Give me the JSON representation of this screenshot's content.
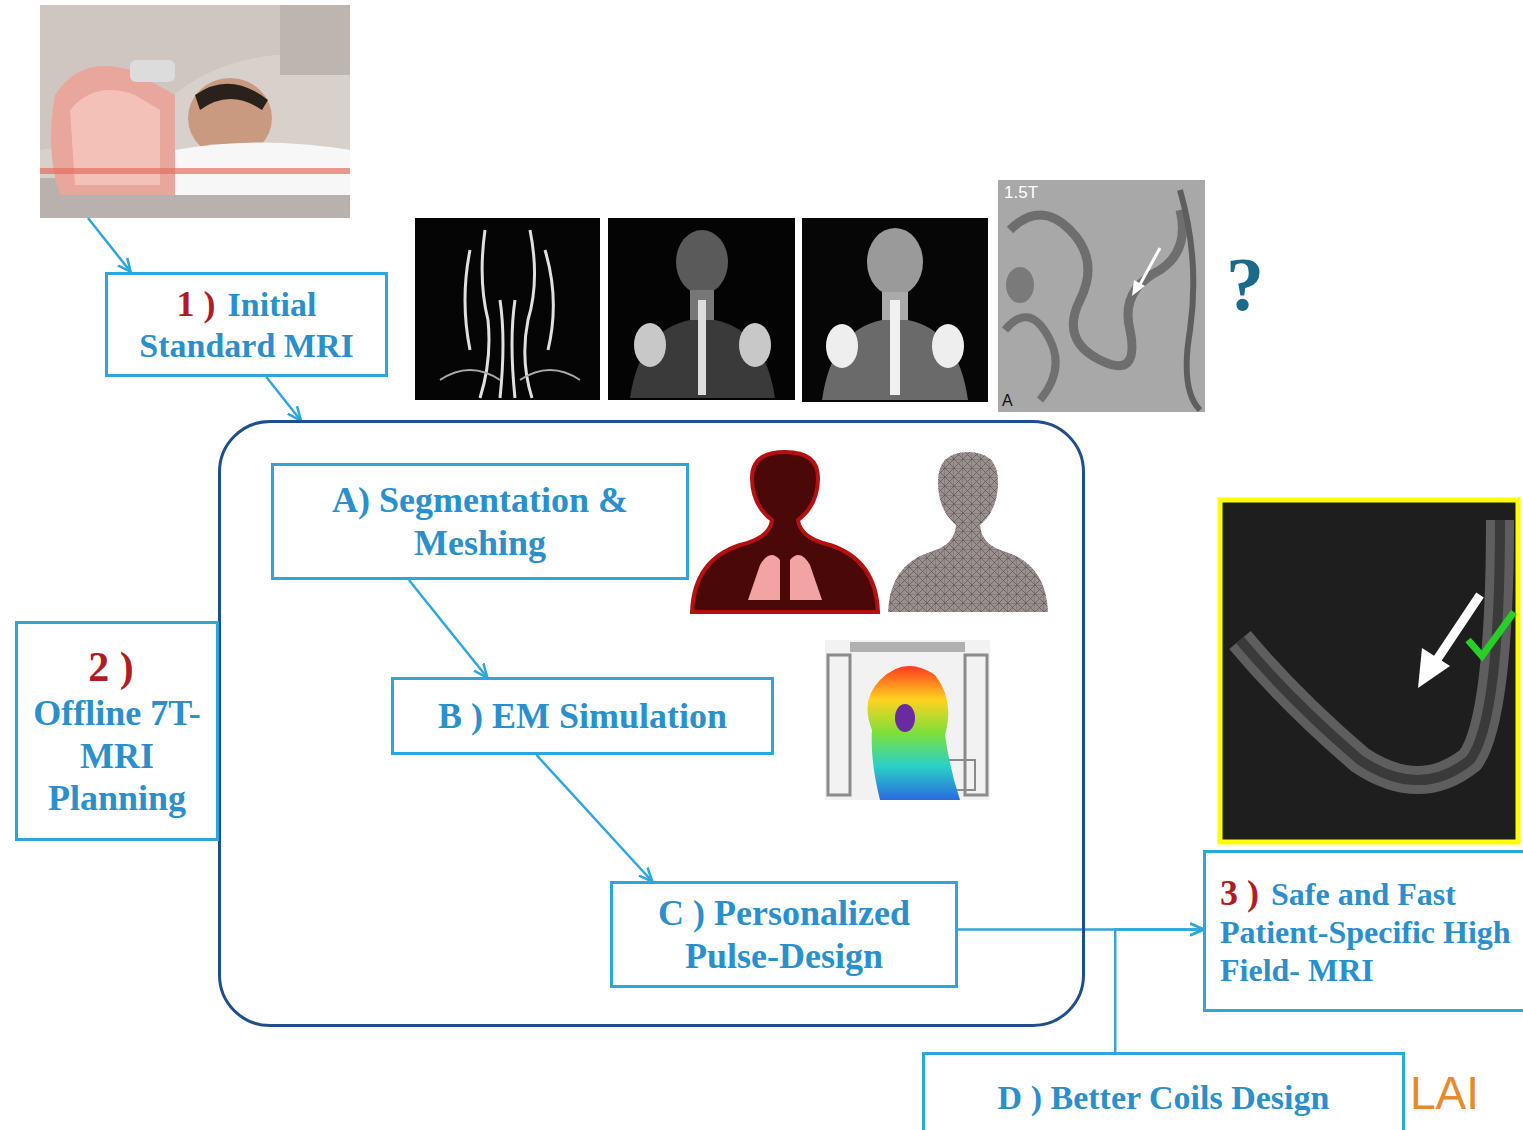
{
  "diagram": {
    "nodes": [
      {
        "text": [
          "1 )",
          "Initial Standard MRI"
        ]
      },
      {
        "text": [
          "2 )",
          "Offline 7T-MRI Planning"
        ]
      },
      {
        "text": [
          "A) Segmentation & Meshing"
        ],
        "in": 1
      },
      {
        "text": [
          "B ) EM Simulation"
        ],
        "in": 1
      },
      {
        "text": [
          "C ) Personalized Pulse-Design"
        ],
        "in": 1
      },
      {
        "text": [
          "3 )",
          "Safe and Fast Patient-Specific High Field- MRI"
        ]
      },
      {
        "text": [
          "D ) Better Coils Design"
        ]
      }
    ],
    "edges": [
      {
        "from": 0,
        "to": 1,
        "arrow": "to"
      },
      {
        "from": 2,
        "to": 3,
        "arrow": "to"
      },
      {
        "from": 3,
        "to": 4,
        "arrow": "to"
      },
      {
        "from": 4,
        "to": 5,
        "arrow": "to"
      },
      {
        "from": 6,
        "to": 5,
        "arrow": "to"
      }
    ],
    "labels": [
      "1.5T",
      "A",
      "?",
      "LAI"
    ]
  }
}
